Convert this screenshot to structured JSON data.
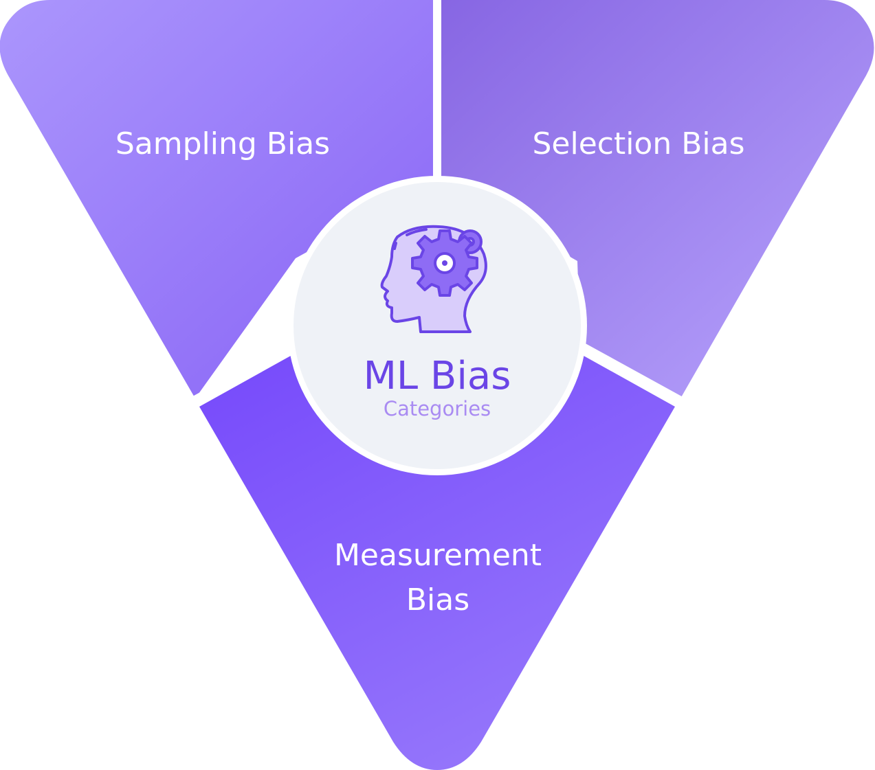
{
  "segments": [
    {
      "id": "sampling",
      "label": "Sampling Bias"
    },
    {
      "id": "selection",
      "label": "Selection Bias"
    },
    {
      "id": "measurement",
      "label_line1": "Measurement",
      "label_line2": "Bias"
    }
  ],
  "center": {
    "title": "ML Bias",
    "subtitle": "Categories",
    "icon": "head-gears-icon"
  },
  "colors": {
    "sampling": [
      "#a792fb",
      "#8b67f7"
    ],
    "selection": [
      "#8c6ae6",
      "#b09bfb"
    ],
    "measurement": [
      "#7a4cfb",
      "#9472fb"
    ],
    "center_fill": "#eff2f7",
    "title": "#6a45e6",
    "subtitle": "#a98bf2"
  }
}
